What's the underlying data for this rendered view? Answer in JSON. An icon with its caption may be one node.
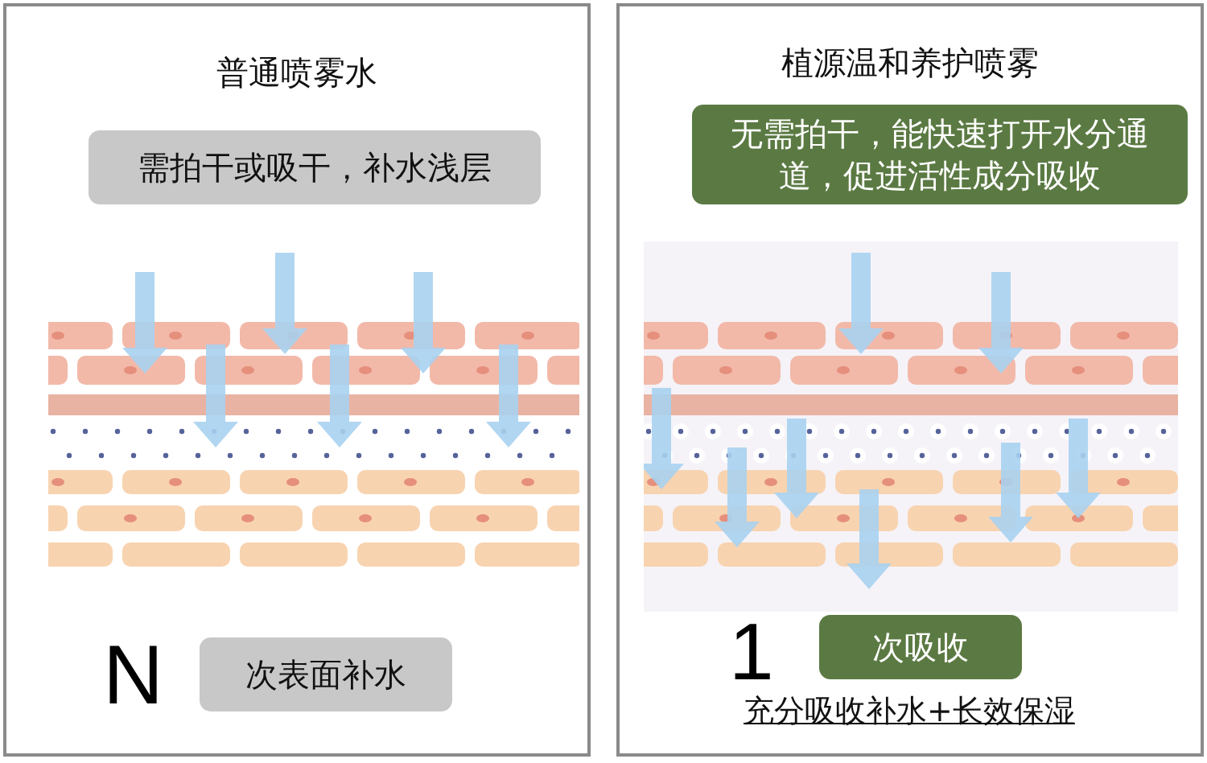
{
  "diagram": {
    "nodes": [
      {
        "text": [
          "普通喷雾水"
        ]
      },
      {
        "text": [
          "需拍干或吸干，补水浅层"
        ],
        "in": 0
      },
      {
        "text": [
          "次表面补水"
        ],
        "in": 0,
        "beside": [
          "N"
        ]
      },
      {
        "text": [
          "植源温和养护喷雾"
        ]
      },
      {
        "text": [
          "无需拍干，能快速打开水分通道，促进活性成分吸收"
        ],
        "in": 3
      },
      {
        "text": [
          "次吸收"
        ],
        "in": 3,
        "beside": [
          "1"
        ]
      }
    ],
    "labels": [
      "充分吸收补水+长效保湿"
    ]
  }
}
